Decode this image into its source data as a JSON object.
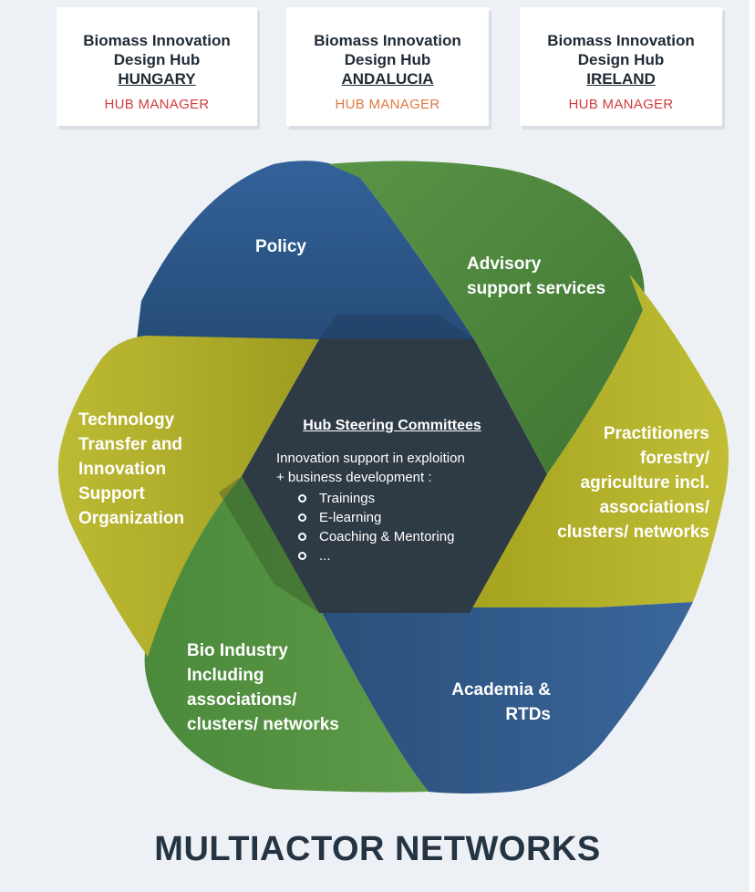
{
  "hubs": [
    {
      "title_line1": "Biomass Innovation",
      "title_line2": "Design Hub",
      "region": "HUNGARY",
      "role": "HUB MANAGER"
    },
    {
      "title_line1": "Biomass Innovation",
      "title_line2": "Design Hub",
      "region": "ANDALUCIA",
      "role": "HUB MANAGER"
    },
    {
      "title_line1": "Biomass Innovation",
      "title_line2": "Design Hub",
      "region": "IRELAND",
      "role": "HUB MANAGER"
    }
  ],
  "actors": {
    "policy": [
      "Policy"
    ],
    "advisory": [
      "Advisory",
      "support services"
    ],
    "practitioners": [
      "Practitioners",
      "forestry/",
      "agriculture incl.",
      "associations/",
      "clusters/ networks"
    ],
    "academia": [
      "Academia &",
      "RTDs"
    ],
    "bio_industry": [
      "Bio Industry",
      "Including",
      "associations/",
      "clusters/ networks"
    ],
    "technology": [
      "Technology",
      "Transfer and",
      "Innovation",
      "Support",
      "Organization"
    ]
  },
  "center": {
    "title": "Hub Steering Committees",
    "intro_line1": "Innovation support in exploition",
    "intro_line2": "+ business development :",
    "items": [
      "Trainings",
      "E-learning",
      "Coaching & Mentoring",
      "..."
    ]
  },
  "colors": {
    "blue": "#2f5d8c",
    "green": "#4f8a3d",
    "olive": "#b3b02c",
    "center": "#2e3a44",
    "title": "#253443"
  },
  "footer": {
    "title": "MULTIACTOR NETWORKS"
  }
}
